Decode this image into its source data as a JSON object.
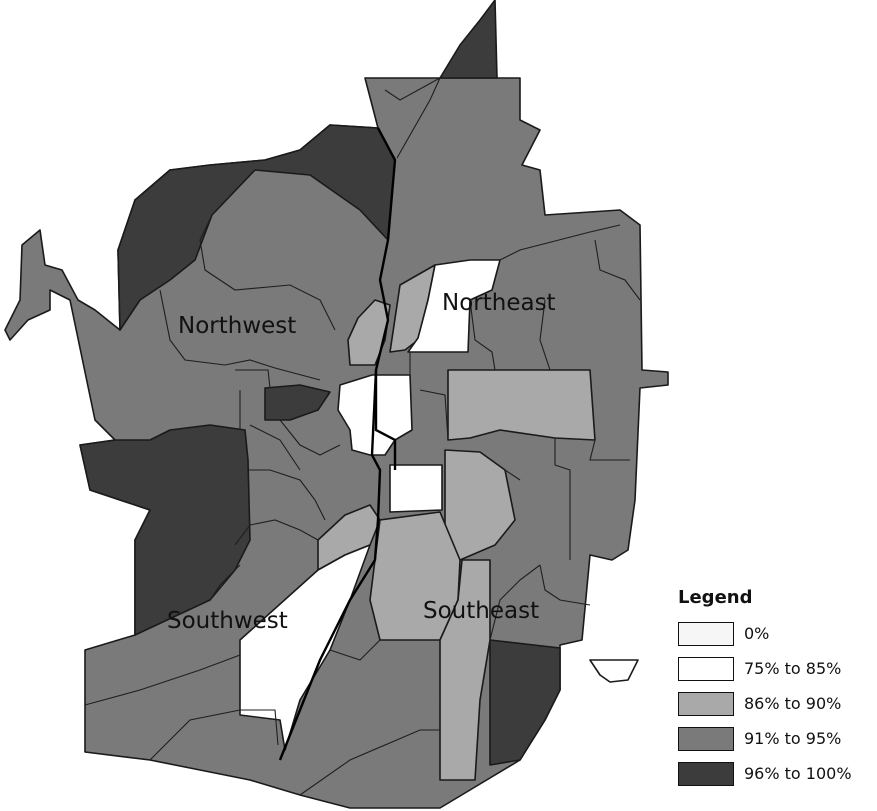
{
  "map": {
    "regions": [
      {
        "id": "northwest",
        "label": "Northwest"
      },
      {
        "id": "northeast",
        "label": "Northeast"
      },
      {
        "id": "southwest",
        "label": "Southwest"
      },
      {
        "id": "southeast",
        "label": "Southeast"
      }
    ]
  },
  "legend": {
    "title": "Legend",
    "items": [
      {
        "label": "0%",
        "color": "#f6f6f6"
      },
      {
        "label": "75% to 85%",
        "color": "#ffffff"
      },
      {
        "label": "86% to 90%",
        "color": "#a9a9a9"
      },
      {
        "label": "91% to 95%",
        "color": "#7a7a7a"
      },
      {
        "label": "96% to 100%",
        "color": "#3c3c3c"
      }
    ]
  }
}
